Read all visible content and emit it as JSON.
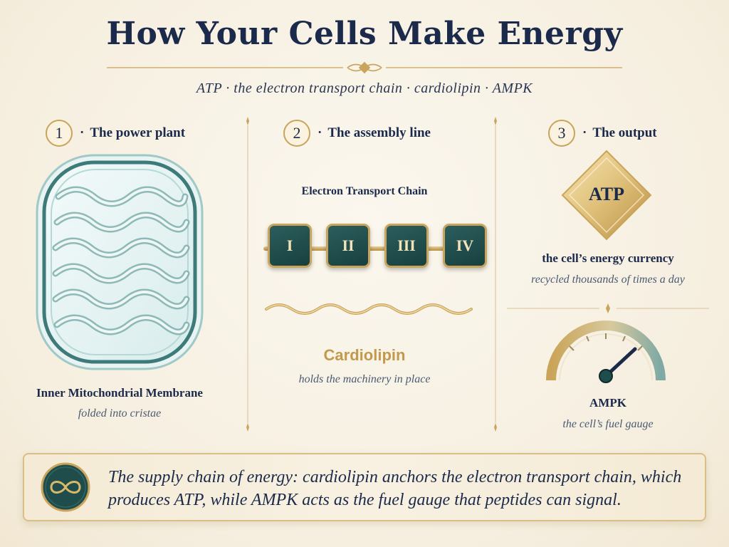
{
  "title": "How Your Cells Make Energy",
  "subtitle": "ATP · the electron transport chain · cardiolipin · AMPK",
  "panels": [
    {
      "number": "1",
      "sep": "·",
      "heading": "The power plant",
      "label": "Inner Mitochondrial Membrane",
      "caption": "folded into cristae"
    },
    {
      "number": "2",
      "sep": "·",
      "heading": "The assembly line",
      "etc_label": "Electron Transport Chain",
      "complexes": [
        "I",
        "II",
        "III",
        "IV"
      ],
      "label": "Cardiolipin",
      "caption": "holds the machinery in place"
    },
    {
      "number": "3",
      "sep": "·",
      "heading": "The output",
      "atp": "ATP",
      "atp_label": "the cell’s energy currency",
      "atp_caption": "recycled thousands of times a day",
      "gauge_label": "AMPK",
      "gauge_caption": "the cell’s fuel gauge"
    }
  ],
  "footer": {
    "text": "The supply chain of energy: cardiolipin anchors the electron transport chain, which produces ATP, while AMPK acts as the fuel gauge that peptides can signal."
  },
  "colors": {
    "navy": "#1b2a4a",
    "teal": "#1f4d4c",
    "gold": "#c9a45c",
    "cream": "#f8f2e5"
  },
  "icons": [
    "infinity-icon",
    "diamond-ornament-icon",
    "star-ornament-icon"
  ]
}
